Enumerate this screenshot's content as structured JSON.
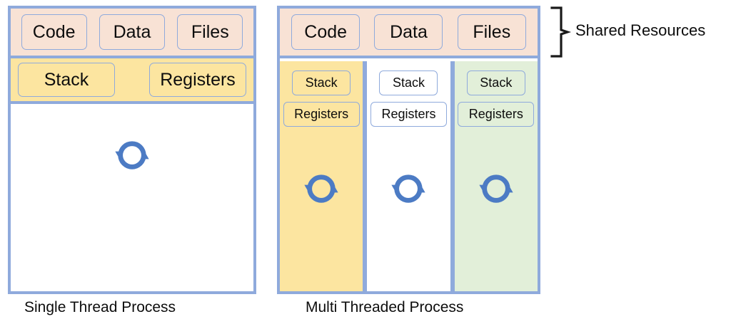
{
  "diagram": {
    "title_hidden": "",
    "colors": {
      "frame_border": "#8FAADC",
      "shared_band": "#F8E2D5",
      "thread_yellow": "#FCE5A0",
      "thread_white": "#FFFFFF",
      "thread_green": "#E2EFD9",
      "arrow_blue": "#4C7BC4",
      "text": "#0D0D0D"
    },
    "annotation": {
      "label": "Shared Resources",
      "bracket_icon": "right-curly-bracket-icon"
    },
    "single_thread_process": {
      "caption": "Single Thread Process",
      "shared_resources": [
        "Code",
        "Data",
        "Files"
      ],
      "private_resources": [
        "Stack",
        "Registers"
      ],
      "thread_icon": "thread-cycle-icon",
      "thread_count": 1
    },
    "multi_threaded_process": {
      "caption": "Multi Threaded Process",
      "shared_resources": [
        "Code",
        "Data",
        "Files"
      ],
      "thread_count": 3,
      "threads": [
        {
          "name": "thread-1",
          "stack_label": "Stack",
          "registers_label": "Registers",
          "color": "#FCE5A0",
          "icon": "thread-cycle-icon"
        },
        {
          "name": "thread-2",
          "stack_label": "Stack",
          "registers_label": "Registers",
          "color": "#FFFFFF",
          "icon": "thread-cycle-icon"
        },
        {
          "name": "thread-3",
          "stack_label": "Stack",
          "registers_label": "Registers",
          "color": "#E2EFD9",
          "icon": "thread-cycle-icon"
        }
      ]
    }
  }
}
